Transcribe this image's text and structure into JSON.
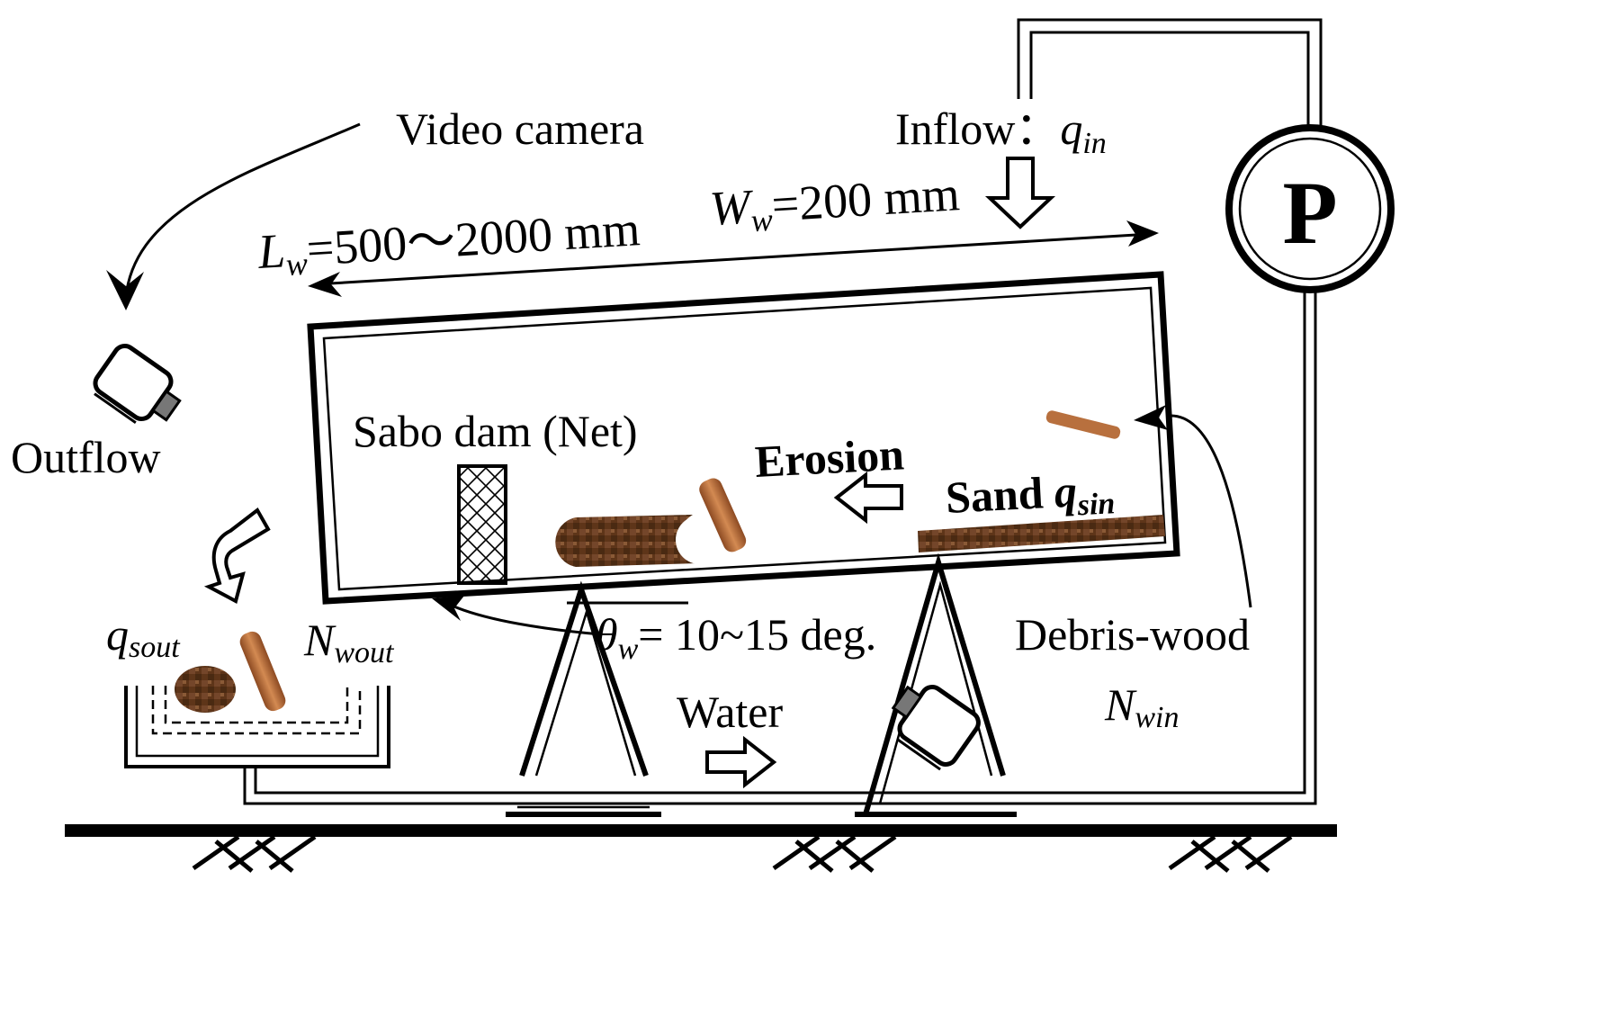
{
  "labels": {
    "video_camera": "Video  camera",
    "inflow": "Inflow",
    "inflow_colon": "：",
    "inflow_q": "q",
    "inflow_sub": "in",
    "pump": "P",
    "lw_sym": "L",
    "lw_sub": "w",
    "lw_value": "=500～2000  mm",
    "ww_sym": "W",
    "ww_sub": "w",
    "ww_value": "=200  mm",
    "outflow": "Outflow",
    "sabo_dam": "Sabo dam (Net)",
    "erosion": "Erosion",
    "sand": "Sand ",
    "sand_q": "q",
    "sand_sub": "sin",
    "qsout_q": "q",
    "qsout_sub": "sout",
    "nwout_n": "N",
    "nwout_sub": "wout",
    "theta_sym": "θ",
    "theta_sub": "w",
    "theta_value": "= 10~15  deg.",
    "debris_wood": "Debris-wood",
    "nwin_n": "N",
    "nwin_sub": "win",
    "water": "Water"
  },
  "colors": {
    "ink": "#000000",
    "sediment": "#5a3418",
    "sediment_light": "#7b4a25",
    "wood": "#b86b3a",
    "wood_dark": "#8c4a22",
    "camera_lens": "#777777"
  }
}
